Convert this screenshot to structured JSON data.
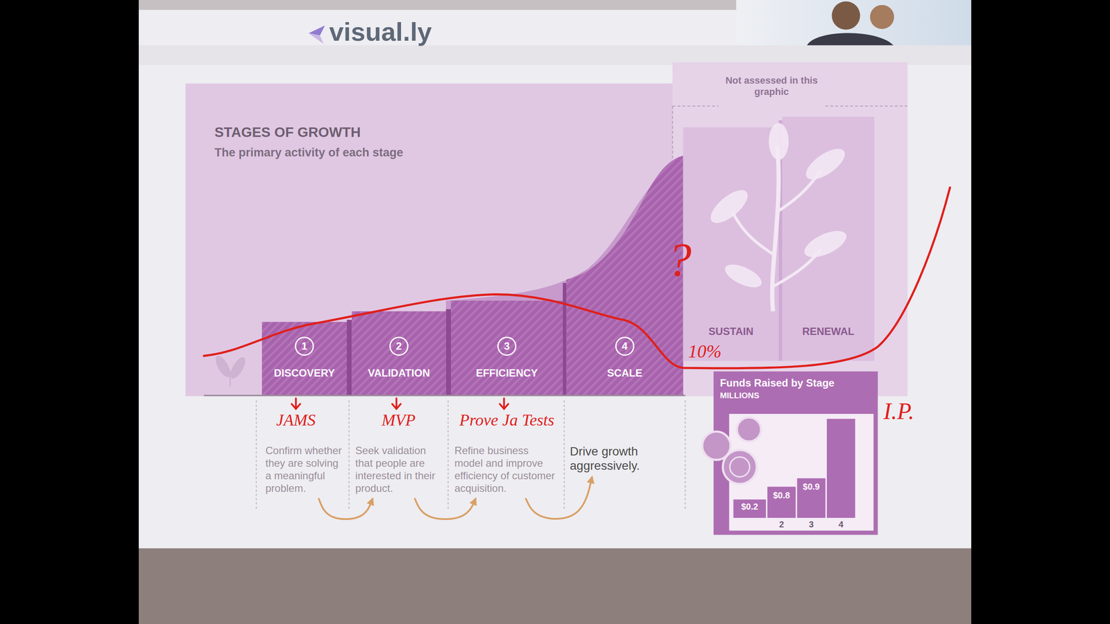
{
  "diagram": {
    "title": "STAGES OF GROWTH",
    "nodes": [
      {
        "text": [
          "1",
          "DISCOVERY",
          "Confirm whether they are solving a meaningful problem."
        ]
      },
      {
        "text": [
          "2",
          "VALIDATION",
          "Seek validation that people are interested in their product."
        ]
      },
      {
        "text": [
          "3",
          "EFFICIENCY",
          "Refine business model and improve efficiency of customer acquisition."
        ]
      },
      {
        "text": [
          "4",
          "SCALE",
          "Drive growth aggressively."
        ]
      },
      {
        "text": [
          "SUSTAIN"
        ]
      },
      {
        "text": [
          "RENEWAL"
        ]
      },
      {
        "text": [
          "Funds Raised by Stage",
          "MILLIONS"
        ]
      }
    ],
    "edges": [
      {
        "from": 0,
        "to": 1,
        "arrow": "to"
      },
      {
        "from": 1,
        "to": 2,
        "arrow": "to"
      },
      {
        "from": 2,
        "to": 3,
        "arrow": "to"
      }
    ],
    "labels": [
      "visual.ly",
      "The primary activity of each stage",
      "Not assessed in this graphic",
      "JAMS",
      "MVP",
      "Prove Ja Tests",
      "?",
      "10%",
      "I.P.",
      "$0.2",
      "$0.8",
      "$0.9",
      "2",
      "3",
      "4"
    ]
  }
}
